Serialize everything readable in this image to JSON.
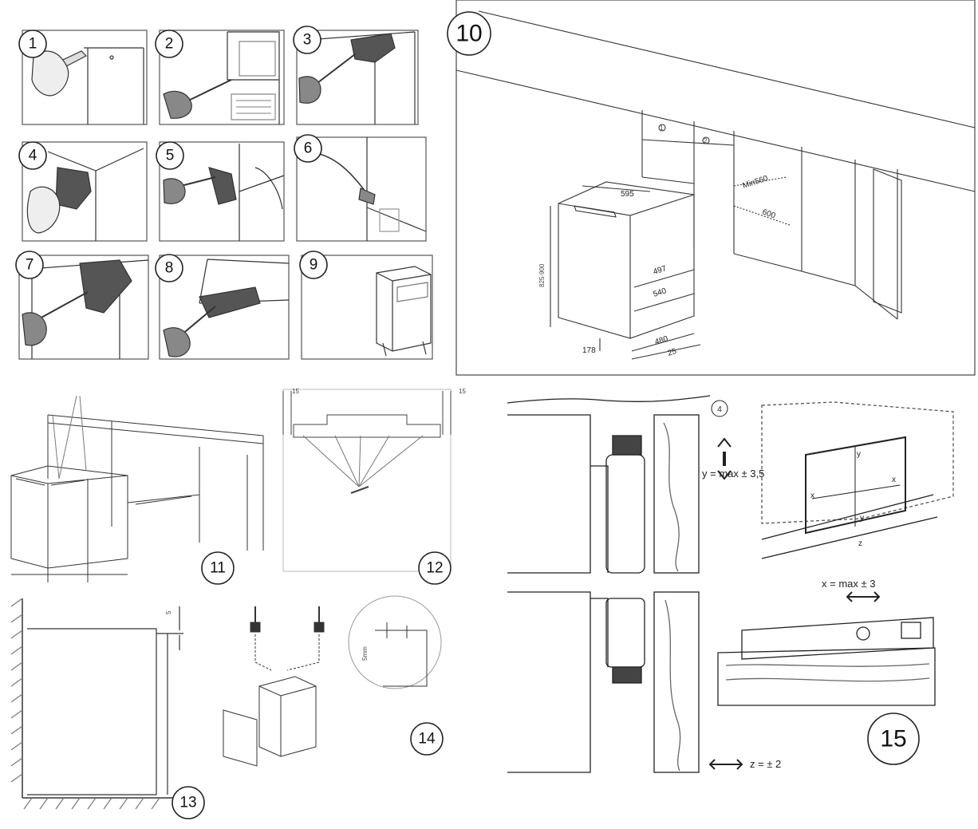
{
  "steps": [
    {
      "number": "1"
    },
    {
      "number": "2"
    },
    {
      "number": "3"
    },
    {
      "number": "4"
    },
    {
      "number": "5"
    },
    {
      "number": "6"
    },
    {
      "number": "7"
    },
    {
      "number": "8"
    },
    {
      "number": "9"
    },
    {
      "number": "10"
    },
    {
      "number": "11"
    },
    {
      "number": "12"
    },
    {
      "number": "13"
    },
    {
      "number": "14"
    },
    {
      "number": "15"
    }
  ],
  "fig10": {
    "width": "595",
    "min_niche": "Min560",
    "depth_niche": "600",
    "height": "825-900",
    "d497": "497",
    "d540": "540",
    "d480": "480",
    "d25": "25",
    "d178": "178",
    "circle1": "1",
    "circle2": "2"
  },
  "fig12": {
    "left_gap": "15",
    "right_gap": "15"
  },
  "fig13": {
    "gap": "5"
  },
  "fig14": {
    "gap": "5mm"
  },
  "fig15": {
    "callout": "4",
    "y_adjust": "y = max ± 3,5",
    "x_adjust": "x = max ± 3",
    "z_adjust": "z = ± 2",
    "y1": "y",
    "y2": "y",
    "x1": "x",
    "x2": "x",
    "z": "z"
  }
}
